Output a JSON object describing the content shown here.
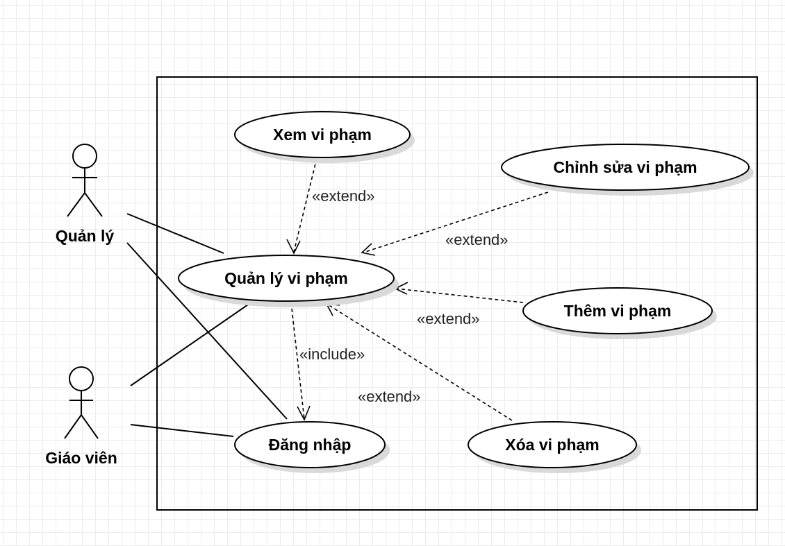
{
  "actors": [
    {
      "id": "quan-ly",
      "label": "Quản lý"
    },
    {
      "id": "giao-vien",
      "label": "Giáo viên"
    }
  ],
  "use_cases": [
    {
      "id": "xem-vi-pham",
      "label": "Xem vi phạm"
    },
    {
      "id": "chinh-sua-vi-pham",
      "label": "Chỉnh sửa vi phạm"
    },
    {
      "id": "quan-ly-vi-pham",
      "label": "Quản lý vi phạm"
    },
    {
      "id": "them-vi-pham",
      "label": "Thêm vi phạm"
    },
    {
      "id": "dang-nhap",
      "label": "Đăng nhập"
    },
    {
      "id": "xoa-vi-pham",
      "label": "Xóa vi phạm"
    }
  ],
  "relations": [
    {
      "id": "rel-xem-extend",
      "from": "xem-vi-pham",
      "to": "quan-ly-vi-pham",
      "label": "«extend»"
    },
    {
      "id": "rel-chinh-sua-extend",
      "from": "chinh-sua-vi-pham",
      "to": "quan-ly-vi-pham",
      "label": "«extend»"
    },
    {
      "id": "rel-them-extend",
      "from": "them-vi-pham",
      "to": "quan-ly-vi-pham",
      "label": "«extend»"
    },
    {
      "id": "rel-include-dang-nhap",
      "from": "quan-ly-vi-pham",
      "to": "dang-nhap",
      "label": "«include»"
    },
    {
      "id": "rel-xoa-extend",
      "from": "xoa-vi-pham",
      "to": "quan-ly-vi-pham",
      "label": "«extend»"
    }
  ],
  "associations": [
    {
      "actor": "quan-ly",
      "use_case": "quan-ly-vi-pham"
    },
    {
      "actor": "quan-ly",
      "use_case": "dang-nhap"
    },
    {
      "actor": "giao-vien",
      "use_case": "quan-ly-vi-pham"
    },
    {
      "actor": "giao-vien",
      "use_case": "dang-nhap"
    }
  ]
}
